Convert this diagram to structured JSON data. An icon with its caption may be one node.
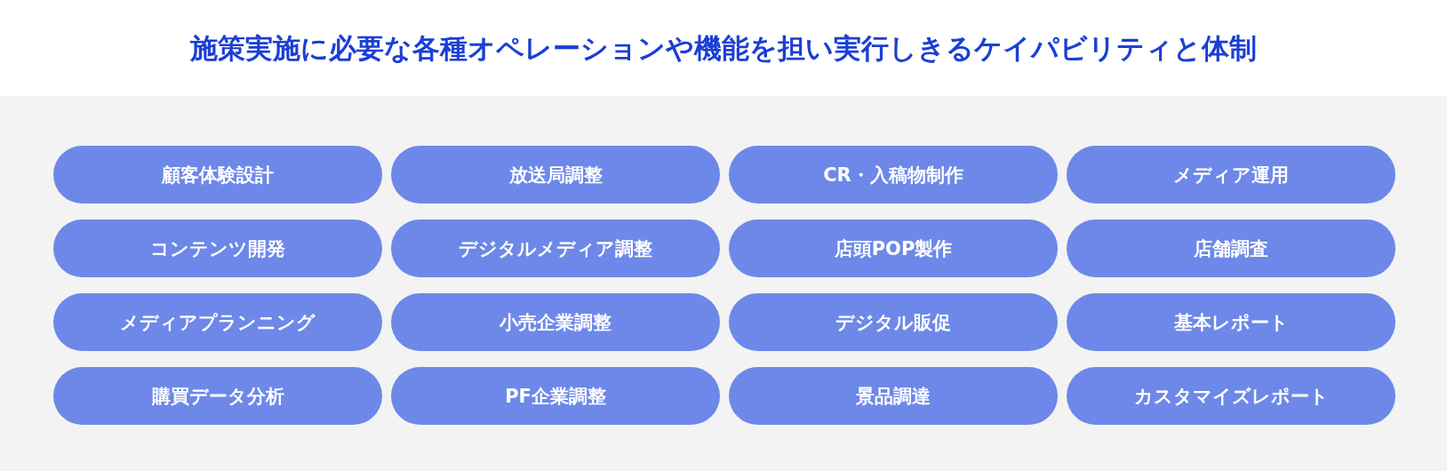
{
  "diagram": {
    "title": "施策実施に必要な各種オペレーションや機能を担い実行しきるケイパビリティと体制",
    "nodes": [
      {
        "text": [
          "顧客体験設計"
        ]
      },
      {
        "text": [
          "放送局調整"
        ]
      },
      {
        "text": [
          "CR・入稿物制作"
        ]
      },
      {
        "text": [
          "メディア運用"
        ]
      },
      {
        "text": [
          "コンテンツ開発"
        ]
      },
      {
        "text": [
          "デジタルメディア調整"
        ]
      },
      {
        "text": [
          "店頭POP製作"
        ]
      },
      {
        "text": [
          "店舗調査"
        ]
      },
      {
        "text": [
          "メディアプランニング"
        ]
      },
      {
        "text": [
          "小売企業調整"
        ]
      },
      {
        "text": [
          "デジタル販促"
        ]
      },
      {
        "text": [
          "基本レポート"
        ]
      },
      {
        "text": [
          "購買データ分析"
        ]
      },
      {
        "text": [
          "PF企業調整"
        ]
      },
      {
        "text": [
          "景品調達"
        ]
      },
      {
        "text": [
          "カスタマイズレポート"
        ]
      }
    ]
  }
}
